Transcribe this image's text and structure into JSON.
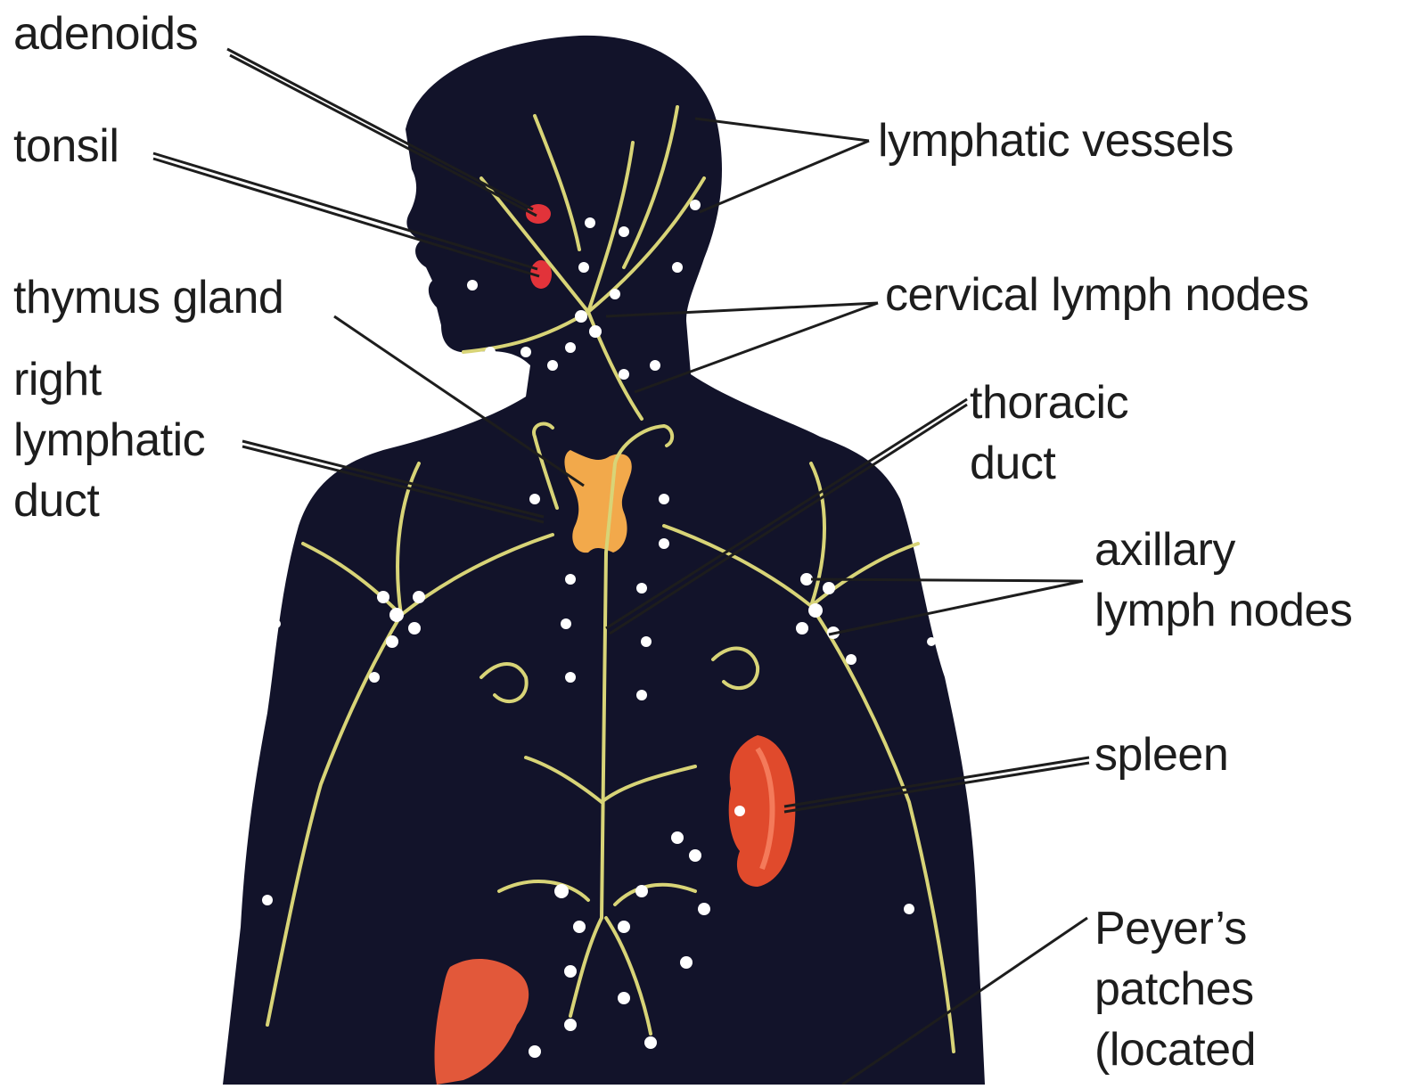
{
  "colors": {
    "body_fill": "#12132a",
    "vessel": "#d8d477",
    "node": "#ffffff",
    "thymus": "#f2a94b",
    "spleen": "#e04a2c",
    "tonsil": "#e2333a",
    "leader_line": "#1d1d1d",
    "label_text": "#1d1d1d"
  },
  "labels": {
    "adenoids": "adenoids",
    "tonsil": "tonsil",
    "thymus_gland": "thymus gland",
    "right_lymphatic_duct": "right\nlymphatic\nduct",
    "lymphatic_vessels": "lymphatic vessels",
    "cervical_lymph_nodes": "cervical lymph nodes",
    "thoracic_duct": "thoracic\nduct",
    "axillary_lymph_nodes": "axillary\nlymph nodes",
    "spleen": "spleen",
    "peyers_patches": "Peyer’s\npatches\n(located"
  }
}
